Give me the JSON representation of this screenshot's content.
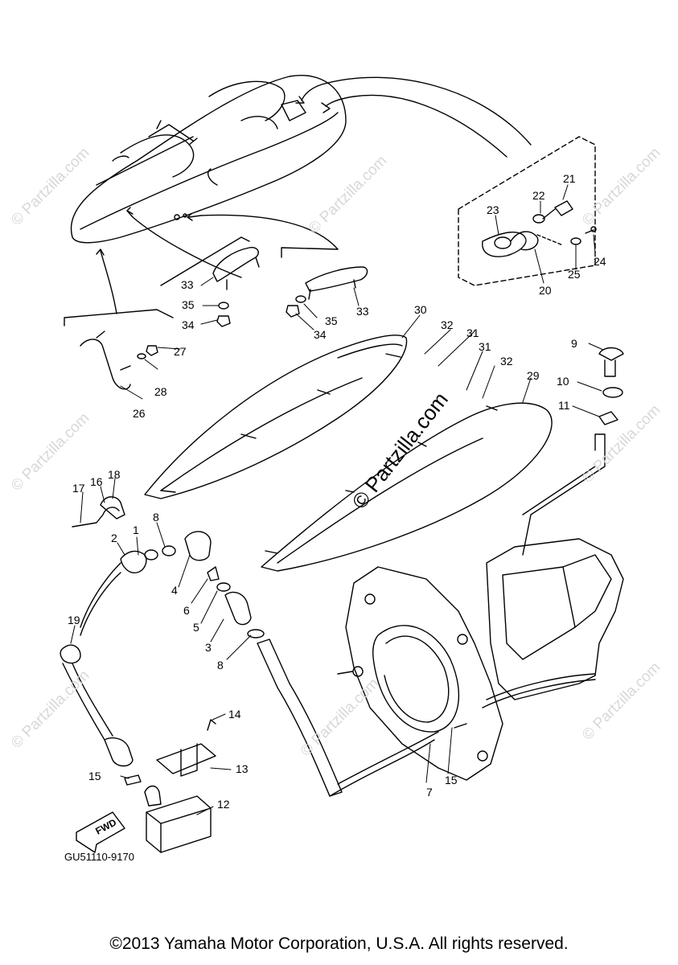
{
  "labels": {
    "p1": "1",
    "p2": "2",
    "p3": "3",
    "p4": "4",
    "p5": "5",
    "p6": "6",
    "p7": "7",
    "p8a": "8",
    "p8b": "8",
    "p9": "9",
    "p10": "10",
    "p11": "11",
    "p12": "12",
    "p13": "13",
    "p14": "14",
    "p15a": "15",
    "p15b": "15",
    "p16": "16",
    "p17": "17",
    "p18": "18",
    "p19": "19",
    "p20": "20",
    "p21": "21",
    "p22": "22",
    "p23": "23",
    "p24": "24",
    "p25": "25",
    "p26": "26",
    "p27": "27",
    "p28": "28",
    "p29": "29",
    "p30": "30",
    "p31a": "31",
    "p31b": "31",
    "p32a": "32",
    "p32b": "32",
    "p33a": "33",
    "p33b": "33",
    "p34a": "34",
    "p34b": "34",
    "p35a": "35",
    "p35b": "35"
  },
  "fwd_label": "FWD",
  "ref_code": "GU51110-9170",
  "watermark_main": "© Partzilla.com",
  "watermark_faint": "© Partzilla.com",
  "copyright": "©2013 Yamaha Motor Corporation, U.S.A. All rights reserved.",
  "colors": {
    "line": "#000000",
    "watermark": "#d8d8d8"
  }
}
